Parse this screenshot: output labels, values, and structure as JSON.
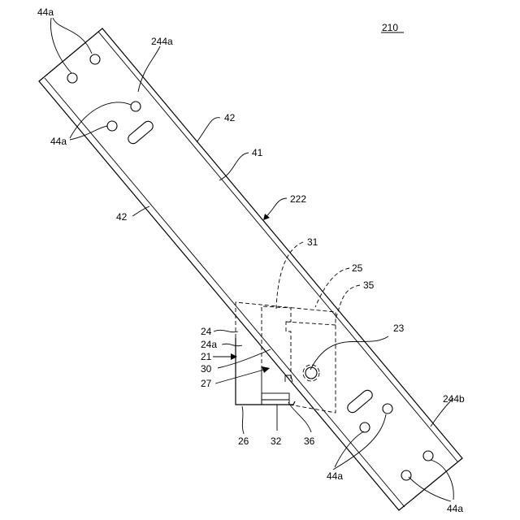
{
  "figure_number": "210",
  "labels": {
    "l44a_tl": "44a",
    "l244a": "244a",
    "l44a_l": "44a",
    "l42_top": "42",
    "l41": "41",
    "l42_left": "42",
    "l222": "222",
    "l31": "31",
    "l25": "25",
    "l35": "35",
    "l24": "24",
    "l24a": "24a",
    "l21": "21",
    "l30": "30",
    "l27": "27",
    "l23": "23",
    "l244b": "244b",
    "l26": "26",
    "l32": "32",
    "l36": "36",
    "l44a_br1": "44a",
    "l44a_br2": "44a"
  }
}
